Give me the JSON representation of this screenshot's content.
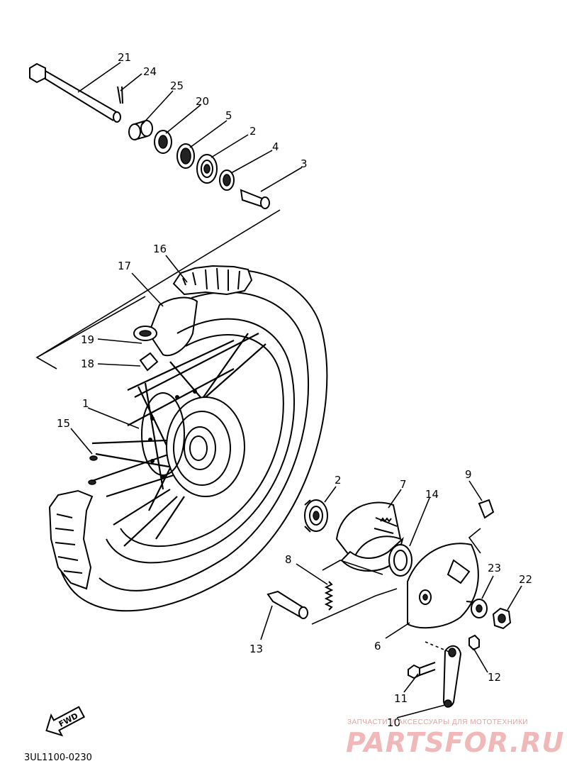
{
  "diagram": {
    "part_labels": {
      "p1": "1",
      "p2a": "2",
      "p2b": "2",
      "p3": "3",
      "p4": "4",
      "p5": "5",
      "p6": "6",
      "p7": "7",
      "p8": "8",
      "p9": "9",
      "p10": "10",
      "p11": "11",
      "p12": "12",
      "p13": "13",
      "p14": "14",
      "p15": "15",
      "p16": "16",
      "p17": "17",
      "p18": "18",
      "p19": "19",
      "p20": "20",
      "p21": "21",
      "p22": "22",
      "p23": "23",
      "p24": "24",
      "p25": "25"
    },
    "drawing_code": "3UL1100-0230",
    "fwd_label": "FWD"
  },
  "watermark": {
    "tagline": "ЗАПЧАСТИ И АКСЕССУАРЫ ДЛЯ МОТОТЕХНИКИ",
    "brand": "PARTSFOR.RU",
    "color": "#e88a8a"
  }
}
